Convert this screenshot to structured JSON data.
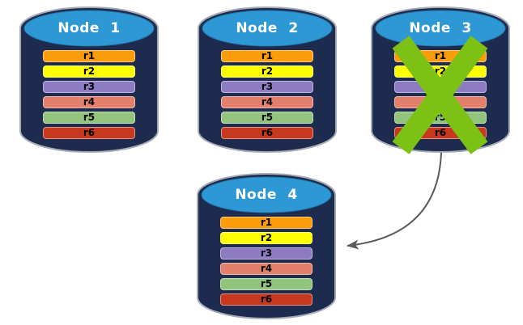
{
  "diagram": {
    "description": "database-replication-node-failure-diagram",
    "nodes": [
      {
        "name": "Node 1",
        "crossed_out": false
      },
      {
        "name": "Node 2",
        "crossed_out": false
      },
      {
        "name": "Node 3",
        "crossed_out": true
      },
      {
        "name": "Node 4",
        "crossed_out": false
      }
    ],
    "rows": [
      {
        "label": "r1",
        "color": "#FB9C0A"
      },
      {
        "label": "r2",
        "color": "#FFFF00"
      },
      {
        "label": "r3",
        "color": "#8E7CC3"
      },
      {
        "label": "r4",
        "color": "#E2806B"
      },
      {
        "label": "r5",
        "color": "#93C47D"
      },
      {
        "label": "r6",
        "color": "#C7391F"
      }
    ],
    "arrow": {
      "from": "Node 3",
      "to": "Node 4"
    },
    "colors": {
      "cylinder_body": "#1D2B4E",
      "cylinder_top": "#2E98D5",
      "cylinder_outline": "#A6ACB5",
      "failure_cross": "#7CC113",
      "arrow": "#595959",
      "node_label_text": "#FFFFFF",
      "row_label_text": "#000000",
      "background": "#FFFFFF"
    }
  }
}
